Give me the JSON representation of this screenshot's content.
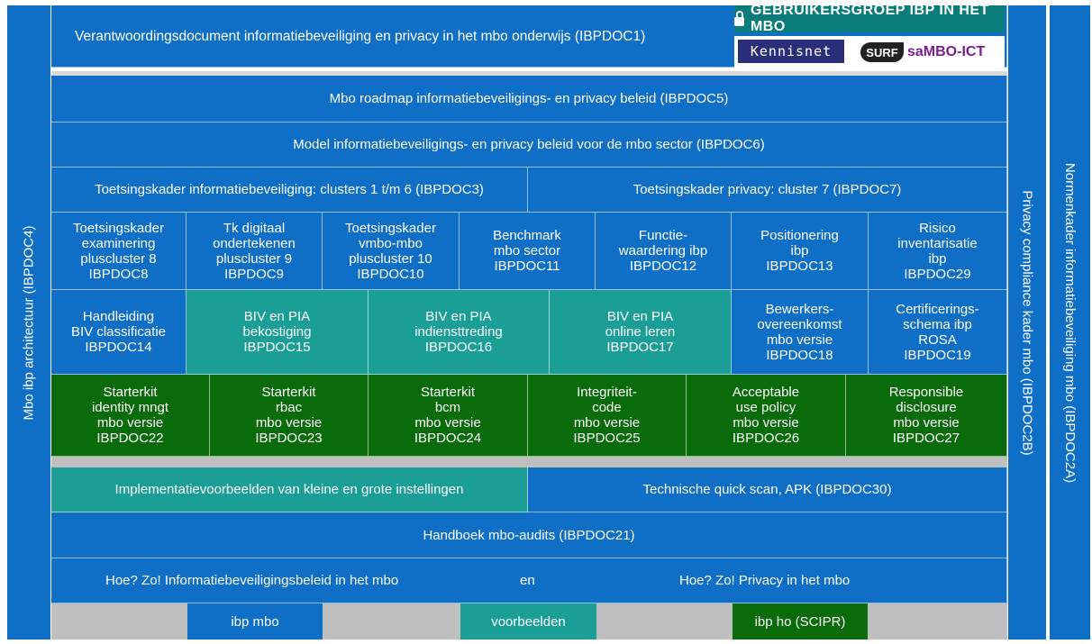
{
  "left_label": "Mbo ibp architectuur (IBPDOC4)",
  "right_label_1": "Privacy compliance kader mbo  (IBPDOC2B)",
  "right_label_2": "Normenkader informatiebeveiliging mbo (IBPDOC2A)",
  "header": {
    "title": "Verantwoordingsdocument informatiebeveiliging en privacy in het mbo onderwijs (IBPDOC1)",
    "logo_group": "GEBRUIKERSGROEP IBP IN HET MBO",
    "logo_kennisnet": "Kennisnet",
    "logo_surf": "SURF",
    "logo_samboict": "saMBO-ICT"
  },
  "rows": {
    "roadmap": "Mbo roadmap informatiebeveiligings- en privacy beleid (IBPDOC5)",
    "model": "Model informatiebeveiligings- en privacy beleid voor de mbo sector (IBPDOC6)",
    "toets_ib": "Toetsingskader informatiebeveiliging: clusters 1 t/m 6 (IBPDOC3)",
    "toets_priv": "Toetsingskader privacy: cluster 7 (IBPDOC7)",
    "row5": [
      "Toetsingskader\nexaminering\npluscluster 8\nIBPDOC8",
      "Tk digitaal\nondertekenen\npluscluster 9\nIBPDOC9",
      "Toetsingskader\nvmbo-mbo\npluscluster 10\nIBPDOC10",
      "Benchmark\nmbo sector\nIBPDOC11",
      "Functie-\nwaardering ibp\nIBPDOC12",
      "Positionering\nibp\nIBPDOC13",
      "Risico\ninventarisatie\nibp\nIBPDOC29"
    ],
    "row6": [
      "Handleiding\nBIV classificatie\nIBPDOC14",
      "BIV en PIA\nbekostiging\nIBPDOC15",
      "BIV en PIA\nindiensttreding\nIBPDOC16",
      "BIV en PIA\nonline leren\nIBPDOC17",
      "Bewerkers-\novereenkomst\nmbo versie\nIBPDOC18",
      "Certificerings-\nschema ibp\nROSA\nIBPDOC19"
    ],
    "row7": [
      "Starterkit\nidentity mngt\nmbo versie\nIBPDOC22",
      "Starterkit\nrbac\nmbo versie\nIBPDOC23",
      "Starterkit\nbcm\nmbo versie\nIBPDOC24",
      "Integriteit-\ncode\nmbo versie\nIBPDOC25",
      "Acceptable\nuse policy\nmbo versie\nIBPDOC26",
      "Responsible\ndisclosure\nmbo versie\nIBPDOC27"
    ],
    "impl": "Implementatievoorbeelden van kleine en grote instellingen",
    "quickscan": "Technische quick scan, APK (IBPDOC30)",
    "handboek": "Handboek mbo-audits (IBPDOC21)",
    "hoezo_ib": "Hoe? Zo! Informatiebeveiligingsbeleid in het mbo",
    "hoezo_en": "en",
    "hoezo_priv": "Hoe? Zo! Privacy in het mbo",
    "legend": [
      "ibp mbo",
      "voorbeelden",
      "ibp ho (SCIPR)"
    ]
  },
  "colors": {
    "blue": "#0f6fc6",
    "teal": "#1a9e96",
    "green": "#0a6b0a",
    "grey": "#bfbfbf"
  }
}
